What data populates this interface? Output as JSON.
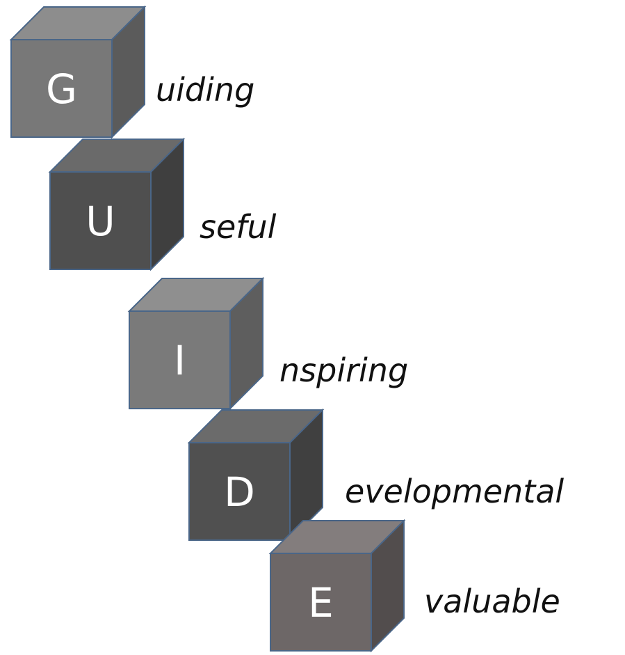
{
  "title": "",
  "items": [
    {
      "letter": "G",
      "word": "uiding",
      "colors": {
        "front": "#787878",
        "top": "#8d8d8d",
        "side": "#5b5b5b",
        "edge": "#4a6688"
      }
    },
    {
      "letter": "U",
      "word": "seful",
      "colors": {
        "front": "#4f4f4f",
        "top": "#6a6a6a",
        "side": "#3f3f3f",
        "edge": "#4a6688"
      }
    },
    {
      "letter": "I",
      "word": "nspiring",
      "colors": {
        "front": "#7a7a7a",
        "top": "#8f8f8f",
        "side": "#5e5e5e",
        "edge": "#4a6688"
      }
    },
    {
      "letter": "D",
      "word": "evelopmental",
      "colors": {
        "front": "#505050",
        "top": "#6b6b6b",
        "side": "#404040",
        "edge": "#4a6688"
      }
    },
    {
      "letter": "E",
      "word": "valuable",
      "colors": {
        "front": "#6d6767",
        "top": "#837d7d",
        "side": "#524d4d",
        "edge": "#4a6688"
      }
    }
  ]
}
